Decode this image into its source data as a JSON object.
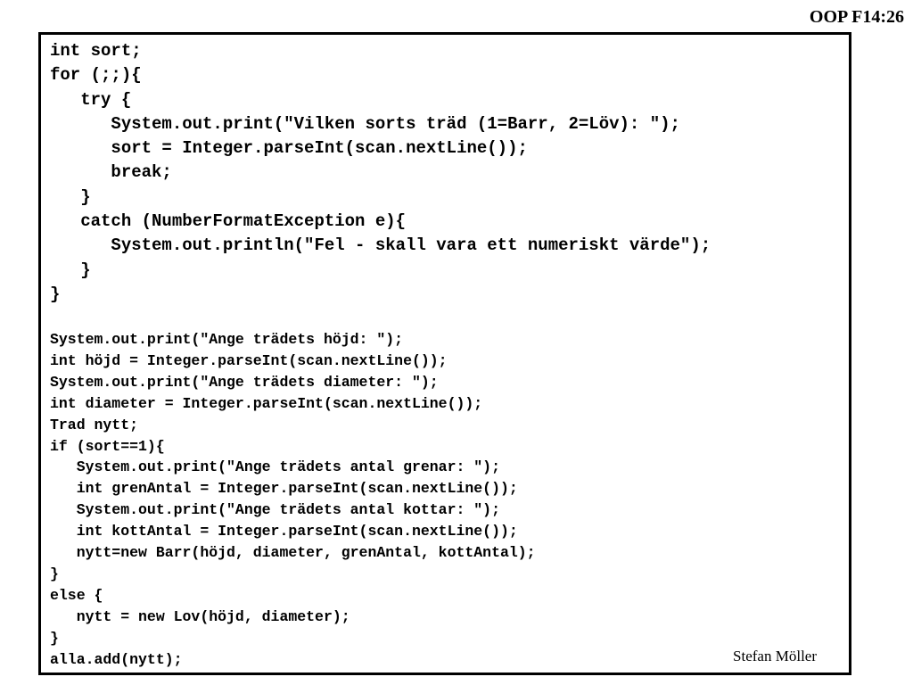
{
  "header": {
    "slide_id": "OOP F14:26"
  },
  "code_top": [
    "int sort;",
    "for (;;){",
    "   try {",
    "      System.out.print(\"Vilken sorts träd (1=Barr, 2=Löv): \");",
    "      sort = Integer.parseInt(scan.nextLine());",
    "      break;",
    "   }",
    "   catch (NumberFormatException e){",
    "      System.out.println(\"Fel - skall vara ett numeriskt värde\");",
    "   }",
    "}"
  ],
  "code_bottom": [
    "System.out.print(\"Ange trädets höjd: \");",
    "int höjd = Integer.parseInt(scan.nextLine());",
    "System.out.print(\"Ange trädets diameter: \");",
    "int diameter = Integer.parseInt(scan.nextLine());",
    "Trad nytt;",
    "if (sort==1){",
    "   System.out.print(\"Ange trädets antal grenar: \");",
    "   int grenAntal = Integer.parseInt(scan.nextLine());",
    "   System.out.print(\"Ange trädets antal kottar: \");",
    "   int kottAntal = Integer.parseInt(scan.nextLine());",
    "   nytt=new Barr(höjd, diameter, grenAntal, kottAntal);",
    "}",
    "else {",
    "   nytt = new Lov(höjd, diameter);",
    "}",
    "alla.add(nytt);"
  ],
  "footer": {
    "author": "Stefan Möller"
  }
}
